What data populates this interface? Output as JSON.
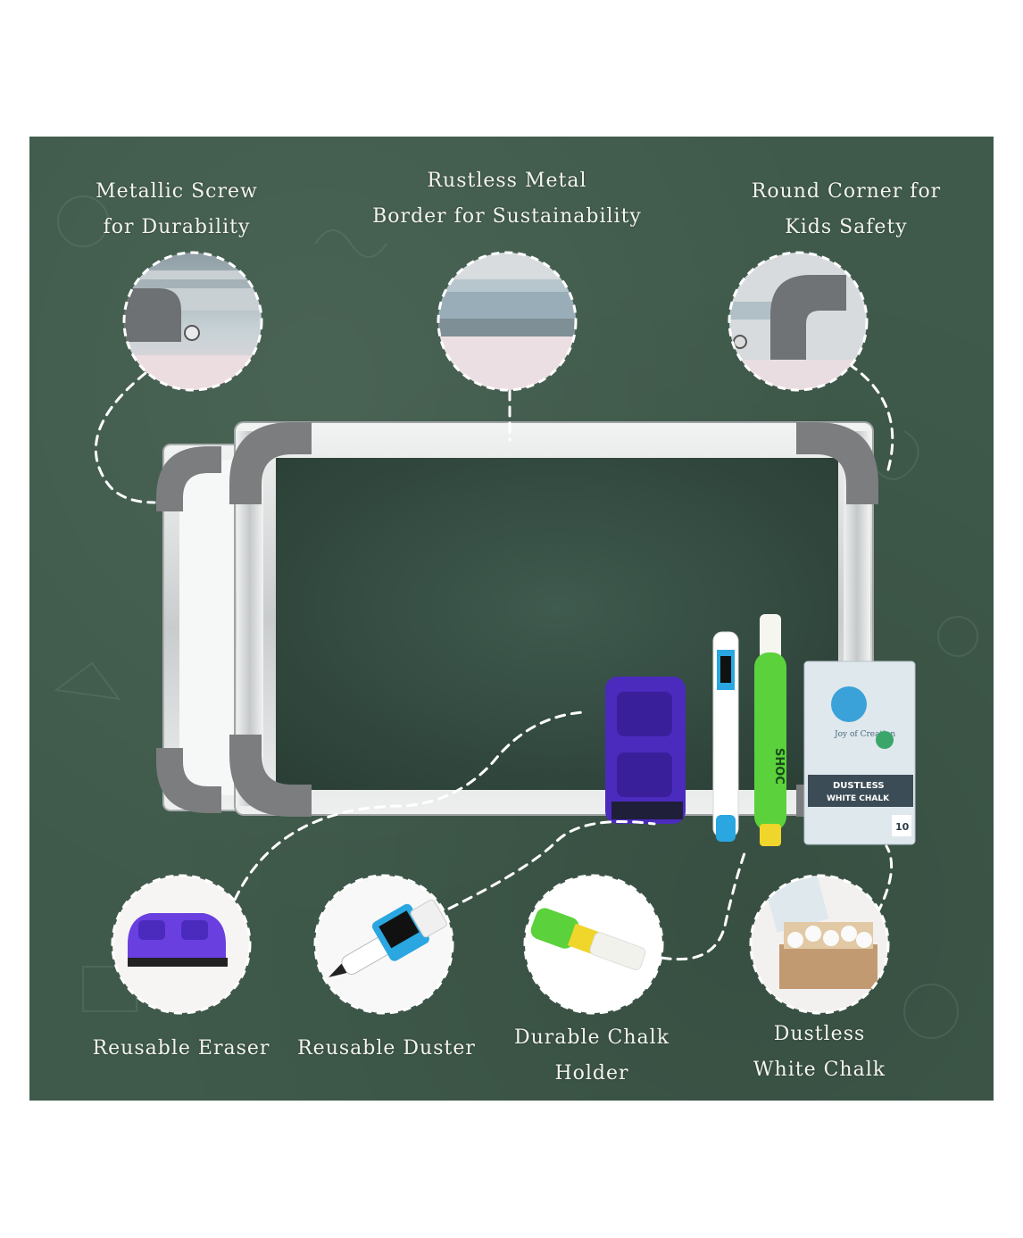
{
  "colors": {
    "chalkboard": "#3f5a4b",
    "frame": "#d5d8d8",
    "corner": "#7b7d7e",
    "eraser": "#4b2bbd",
    "marker": "#2aa7e0",
    "holder": "#5bd13b",
    "chalk_text": "#f4f4ef"
  },
  "features": {
    "screw": {
      "line1": "Metallic Screw",
      "line2": "for Durability"
    },
    "border": {
      "line1": "Rustless Metal",
      "line2": "Border for Sustainability"
    },
    "corner": {
      "line1": "Round Corner for",
      "line2": "Kids Safety"
    },
    "eraser": {
      "line1": "Reusable Eraser"
    },
    "duster": {
      "line1": "Reusable Duster"
    },
    "holder": {
      "line1": "Durable Chalk",
      "line2": "Holder"
    },
    "chalk": {
      "line1": "Dustless",
      "line2": "White Chalk"
    }
  },
  "product": {
    "holder_brand": "SHOC",
    "box_tagline": "Joy of Creation",
    "box_label_line1": "DUSTLESS",
    "box_label_line2": "WHITE CHALK",
    "box_count": "10"
  }
}
